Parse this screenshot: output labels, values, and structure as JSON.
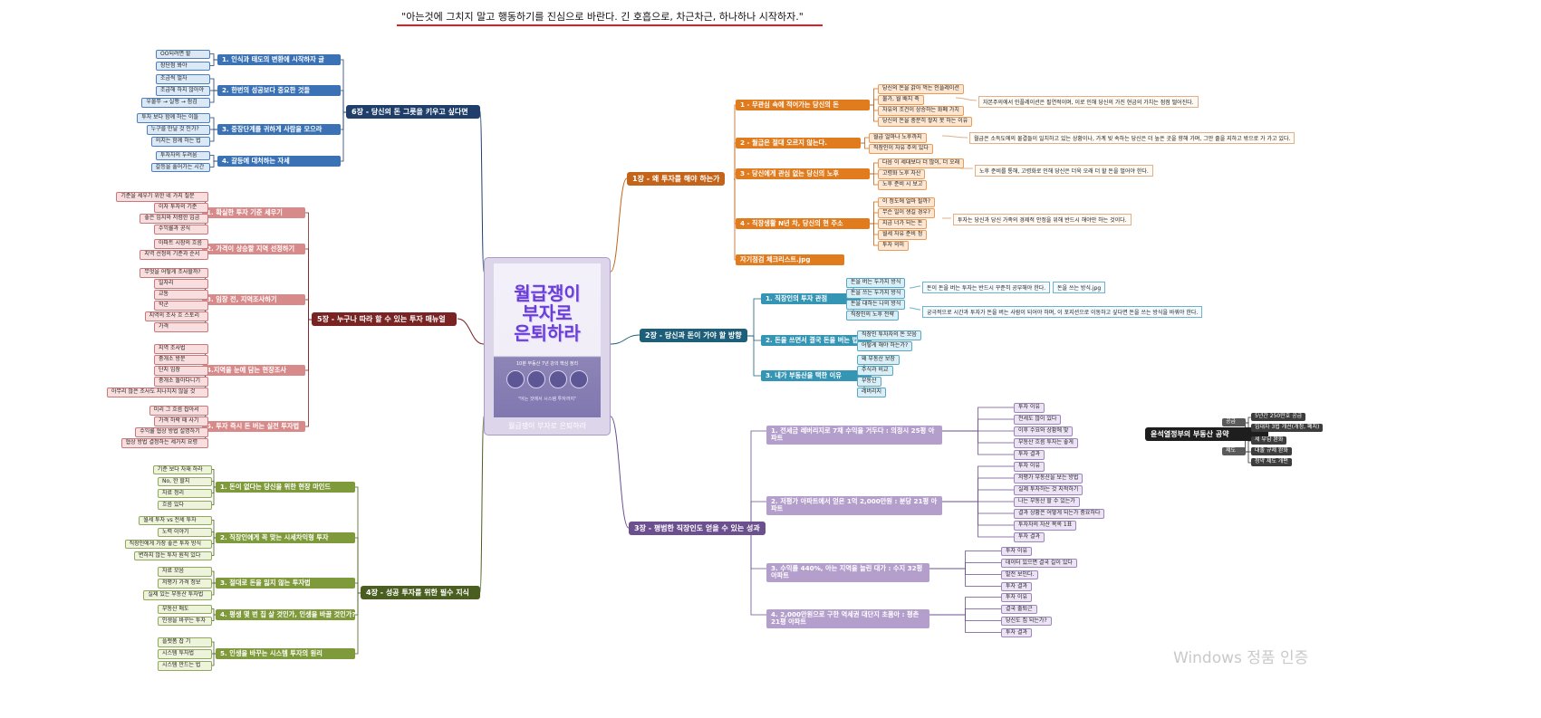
{
  "header": {
    "quote": "\"아는것에 그치지 말고 행동하기를 진심으로 바란다. 긴 호흡으로, 차근차근, 하나하나 시작하자.\""
  },
  "book": {
    "title_line1": "월급쟁이",
    "title_line2": "부자로",
    "title_line3": "은퇴하라",
    "subtitle": "10분 부동산 7년 강의 핵심 정리",
    "tagline": "\"아는 것에서 시스템 투자까지\"",
    "label": "월급쟁이 부자로 은퇴하라"
  },
  "ch1": {
    "title": "1장 - 왜 투자를 해야 하는가",
    "subs": [
      {
        "label": "1 - 무관심 속에 적어가는 당신의 돈",
        "items": [
          "당신의 돈을 갉아 먹는 인플레이션",
          "물가, 월 배치 축",
          "자유의 조건이 상승하는 화폐 가치",
          "당신의 돈을 충분히 쌓지 못 하는 이유"
        ]
      },
      {
        "label": "2 - 월급은 절대 오르지 않는다.",
        "items": [
          "월급 얼마나 노후까지",
          "직장인이 자유 주의 있다"
        ]
      },
      {
        "label": "3 - 당신에게 관심 없는 당신의 노후",
        "items": [
          "다음 이 세대보다 더 많이, 더 오래",
          "고령화 노후 자산",
          "노후 준비 시 보고"
        ]
      },
      {
        "label": "4 - 직장생활 N년 차, 당신의 현 주소",
        "items": [
          "이 정도에 얼마 될까?",
          "무슨 일이 생길 경우?",
          "지금 너가 되는 돈",
          "월세 자유 준비 정",
          "투자 의미"
        ]
      },
      {
        "label": "자기점검 체크리스트.jpg",
        "items": []
      }
    ],
    "notes": [
      "자본주의에서 인플레이션은 필연적이며, 이로 인해 당신의 가진 현금의 가치는 점점 떨어진다.",
      "월급은 소득도에의 물결들이 일치하고 있는 상황이나, 가계 빚 속하는 당신은 더 높은 곳을 향해 가며, 그만 줄을 지하고 밖으로 가 가고 있다.",
      "노후 준비를 통해, 고령화로 인해 당신은 더욱 오래 더 할 돈을 벌어야 한다.",
      "투자는 당신과 당신 가족의 경제적 안정을 위해 반드시 해야만 하는 것이다."
    ]
  },
  "ch2": {
    "title": "2장 - 당신과 돈이 가야 할 방향",
    "subs": [
      {
        "label": "1. 직장인의 투자 관점",
        "items": [
          "돈을 버는 두가지 방식",
          "돈을 쓰는 두가지 방식",
          "돈을 대하는 나의 방식",
          "직장인의 노후 전략"
        ]
      },
      {
        "label": "2. 돈을 쓰면서 결국 돈을 버는 법",
        "items": [
          "직장인 투자자의 돈 모음",
          "어떻게 해야 하는가?"
        ]
      },
      {
        "label": "3. 내가 부동산을 택한 이유",
        "items": [
          "왜 부동산 보장",
          "주식과 비교",
          "부동산",
          "레버리지"
        ]
      }
    ],
    "notes": [
      "돈이 돈을 버는 투자는 반드시 꾸준히 공부해야 한다.",
      "돈을 쓰는 방식.jpg",
      "궁극적으로 시간과 투자가 돈을 버는 사람이 되어야 하며, 이 포지션으로 이동하고 싶다면 돈을 쓰는 방식을 바꿔야 한다."
    ]
  },
  "ch3": {
    "title": "3장 - 평범한 직장인도 얻을 수 있는 성과",
    "subs": [
      {
        "label": "1. 전세금 레버리지로 7채 수익을 거두다 : 의정시 25평 아파트",
        "items": [
          "투자 이유",
          "전세도 많이 있다",
          "이후 수요와 상황에 맞",
          "부동산 흐름 투자는 좋게",
          "투자 결과"
        ]
      },
      {
        "label": "2. 저평가 아파트에서 얻은 1억 2,000만원 : 분당 21평 아파트",
        "items": [
          "투자 이유",
          "저평가 부동산을 보는 방법",
          "실제 투자하는 것 지적하기",
          "나는 부동산 할 수 있는가",
          "결과 상황은 어떻게 되는가 중요하다",
          "투자자의 자산 목록 1표",
          "투자 결과"
        ]
      },
      {
        "label": "3. 수익률 440%, 아는 지역을 늘린 대가 : 수지 32평 아파트",
        "items": [
          "투자 이유",
          "데이터 있으면 결국 길이 있다",
          "발전 보인다.",
          "투자 결과"
        ]
      },
      {
        "label": "4. 2,000만원으로 구한 역세권 대단지 초품아 : 평촌 21평 아파트",
        "items": [
          "투자 이유",
          "결국 출퇴근",
          "당신도 집 되는가?",
          "투자 결과"
        ]
      }
    ]
  },
  "ch6": {
    "title": "6장 - 당신의 돈 그릇을 키우고 싶다면",
    "subs": [
      {
        "label": "1. 인식과 태도의 변환에 시작하자 글",
        "items": [
          "OO되려면 할",
          "장단점 봐야"
        ]
      },
      {
        "label": "2. 한번의 성공보다 중요한 것들",
        "items": [
          "조금씩 벌자",
          "조급해 하지 않아야",
          "우물쭈 → 실행 → 점검"
        ]
      },
      {
        "label": "3. 중장단계를 귀하게 사람을 모으라",
        "items": [
          "투자 보다 함께 하는 이들",
          "누구를 만날 것 인가?",
          "의지는 함께 하는 법"
        ]
      },
      {
        "label": "4. 갈등에 대처하는 자세",
        "items": [
          "투자자의 두려움",
          "갈등을 풀어가는 시간"
        ]
      }
    ]
  },
  "ch5": {
    "title": "5장 - 누구나 따라 할 수 있는 투자 매뉴얼",
    "subs": [
      {
        "label": "1. 확실한 투자 기준 세우기",
        "items": [
          "기준을 세우기 위한 네 가지 질문",
          "이자 투자의 기준",
          "좋은 입지와 저렴한 입금",
          "수익률과 공식"
        ]
      },
      {
        "label": "2. 가격이 상승할 지역 선정하기",
        "items": [
          "아파트 시장의 흐름",
          "지역 선정의 기준과 순서"
        ]
      },
      {
        "label": "3. 임장 전, 지역조사하기",
        "items": [
          "무엇을 어떻게 조사할까?",
          "일자리",
          "교통",
          "학군",
          "지역의 조사 흐 스토리",
          "가격"
        ]
      },
      {
        "label": "4.지역을 눈에 담는 현장조사",
        "items": [
          "지역 조사법",
          "중개소 방문",
          "단지 임장",
          "중개소 돌아다니기",
          "아무리 많은 조사도 지나치지 않을 것"
        ]
      },
      {
        "label": "5. 투자 즉시 돈 버는 실전 투자법",
        "items": [
          "미리 그 흐름 잡아서",
          "가격 하락 때 사기",
          "수익률 협상 방법 설명하기",
          "협상 방법 결정하는 세가지 요령"
        ]
      }
    ]
  },
  "ch4": {
    "title": "4장 - 성공 투자를 위한 필수 지식",
    "subs": [
      {
        "label": "1. 돈이 없다는 당신을 위한 현장 마인드",
        "items": [
          "기준 보다 자재 하라",
          "No, 한 할지",
          "자료 정리",
          "흐름 있다"
        ]
      },
      {
        "label": "2. 직장인에게 꼭 맞는 시세차익형 투자",
        "items": [
          "월세 투자 vs 전세 투자",
          "노력 이야기",
          "직장인에게 가장 좋은 투자 방식",
          "변하지 않는 투자 원칙 있다"
        ]
      },
      {
        "label": "3. 절대로 돈을 잃지 않는 투자법",
        "items": [
          "자료 모음",
          "저평가 가격 정보",
          "실제 있는 부동산 투자법"
        ]
      },
      {
        "label": "4. 평생 몇 번 집 살 것인가, 인생을 바꿀 것인가?",
        "items": [
          "부동산 매도",
          "인생을 바꾸는 투자"
        ]
      },
      {
        "label": "5. 인생을 바꾸는 시스템 투자의 원리",
        "items": [
          "플랫폼 잡 기",
          "시스템 투자법",
          "시스템 만드는 법"
        ]
      }
    ]
  },
  "policy": {
    "title": "윤석열정부의 부동산 공약",
    "subs": [
      {
        "label": "공급",
        "items": [
          "5년간 250만호 공급",
          "임대차 3법 개선(개정, 폐지)"
        ]
      },
      {
        "label": "제도",
        "items": [
          "세 부담 완화",
          "대출 규제 완화",
          "청약 제도 개편"
        ]
      }
    ]
  },
  "system": {
    "watermark": "Windows 정품 인증"
  }
}
